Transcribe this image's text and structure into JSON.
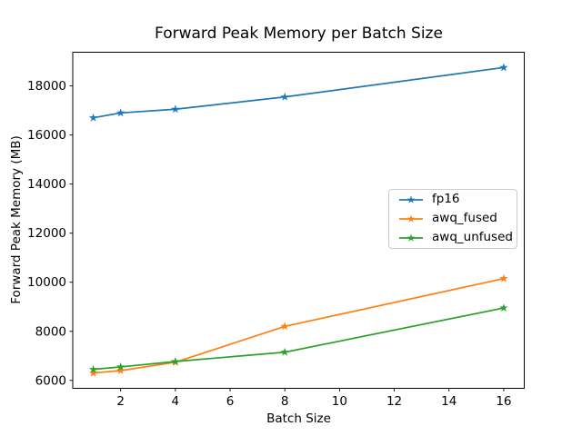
{
  "chart_data": {
    "type": "line",
    "title": "Forward Peak Memory per Batch Size",
    "xlabel": "Batch Size",
    "ylabel": "Forward Peak Memory (MB)",
    "x": [
      1,
      2,
      4,
      8,
      16
    ],
    "series": [
      {
        "name": "fp16",
        "color": "#1f77b4",
        "marker": "star",
        "values": [
          16700,
          16900,
          17050,
          17550,
          18750
        ]
      },
      {
        "name": "awq_fused",
        "color": "#ff7f0e",
        "marker": "star",
        "values": [
          6300,
          6400,
          6740,
          8200,
          10150
        ]
      },
      {
        "name": "awq_unfused",
        "color": "#2ca02c",
        "marker": "star",
        "values": [
          6450,
          6550,
          6770,
          7150,
          8950
        ]
      }
    ],
    "xticks": [
      2,
      4,
      6,
      8,
      10,
      12,
      14,
      16
    ],
    "yticks": [
      6000,
      8000,
      10000,
      12000,
      14000,
      16000,
      18000
    ],
    "xlim": [
      0.25,
      16.75
    ],
    "ylim": [
      5677.5,
      19372.5
    ],
    "grid": false,
    "legend_position": "center-right",
    "axis_color": "#000000",
    "background": "#ffffff"
  }
}
